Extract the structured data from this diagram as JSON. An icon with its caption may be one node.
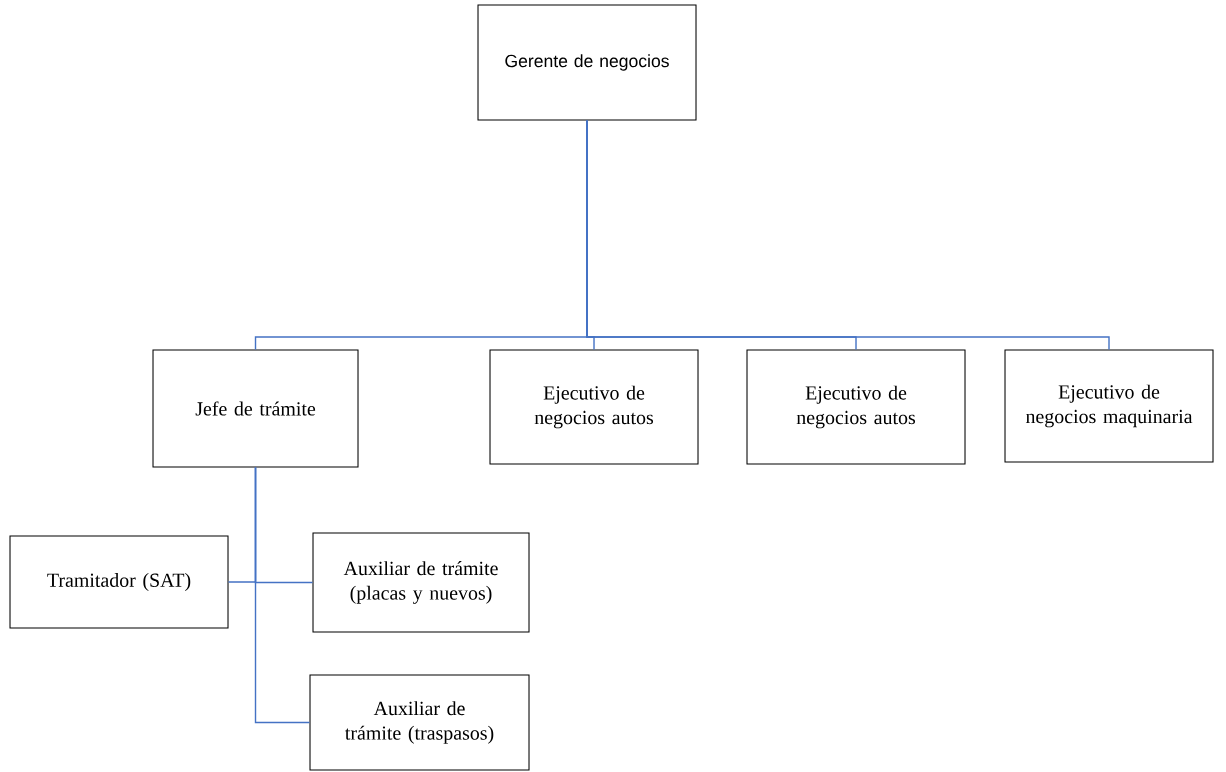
{
  "diagram": {
    "nodes": [
      {
        "text": [
          "Gerente de negocios"
        ]
      },
      {
        "text": [
          "Jefe de trámite"
        ]
      },
      {
        "text": [
          "Ejecutivo de negocios autos"
        ]
      },
      {
        "text": [
          "Ejecutivo de negocios autos"
        ]
      },
      {
        "text": [
          "Ejecutivo de negocios maquinaria"
        ]
      },
      {
        "text": [
          "Tramitador (SAT)"
        ]
      },
      {
        "text": [
          "Auxiliar de trámite (placas y nuevos)"
        ]
      },
      {
        "text": [
          "Auxiliar de trámite (traspasos)"
        ]
      }
    ],
    "edges": [
      {
        "from": 0,
        "to": 1,
        "arrow": "none"
      },
      {
        "from": 0,
        "to": 2,
        "arrow": "none"
      },
      {
        "from": 0,
        "to": 3,
        "arrow": "none"
      },
      {
        "from": 0,
        "to": 4,
        "arrow": "none"
      },
      {
        "from": 1,
        "to": 5,
        "arrow": "none"
      },
      {
        "from": 1,
        "to": 6,
        "arrow": "none"
      },
      {
        "from": 1,
        "to": 7,
        "arrow": "none"
      }
    ]
  }
}
